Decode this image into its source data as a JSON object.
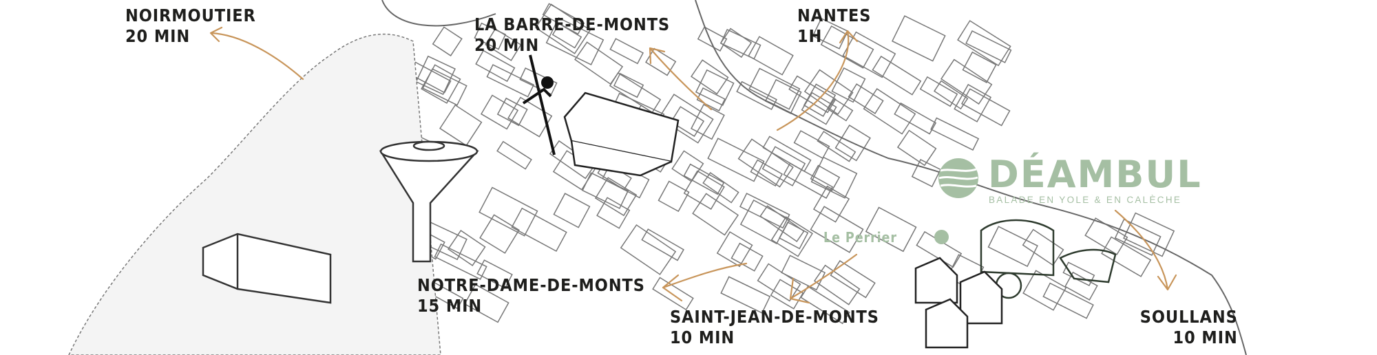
{
  "map": {
    "destinations": [
      {
        "name": "Noirmoutier",
        "time": "20 min"
      },
      {
        "name": "La Barre-de-Monts",
        "time": "20 min"
      },
      {
        "name": "Nantes",
        "time": "1H"
      },
      {
        "name": "Notre-Dame-de-Monts",
        "time": "15 min"
      },
      {
        "name": "Saint-Jean-de-Monts",
        "time": "10 min"
      },
      {
        "name": "Soullans",
        "time": "10 min"
      }
    ],
    "location": {
      "name": "Le Perrier"
    },
    "brand": {
      "name": "DÉAMBUL",
      "tagline": "BALADE EN YOLE & EN CALÈCHE"
    },
    "colors": {
      "arrow": "#c8955a",
      "brand": "#a5bfa3",
      "ink": "#1e1e1c",
      "sketch": "#555555"
    }
  }
}
